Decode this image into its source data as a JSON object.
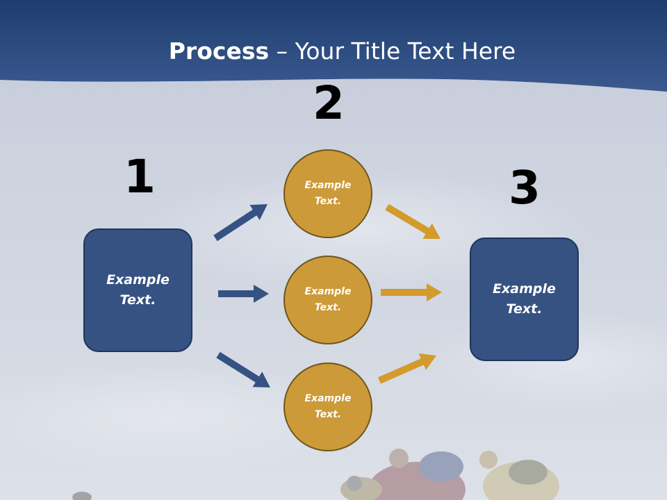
{
  "title": {
    "bold": "Process",
    "rest": " – Your Title Text Here"
  },
  "steps": [
    {
      "number": "1",
      "text": "Example\nText."
    },
    {
      "number": "2",
      "items": [
        "Example\nText.",
        "Example\nText.",
        "Example\nText."
      ]
    },
    {
      "number": "3",
      "text": "Example\nText."
    }
  ],
  "colors": {
    "header_blue": "#2e4e84",
    "box_blue": "#355282",
    "circle_gold": "#cc9a38",
    "arrow_blue": "#355282",
    "arrow_gold": "#d39a2c"
  }
}
